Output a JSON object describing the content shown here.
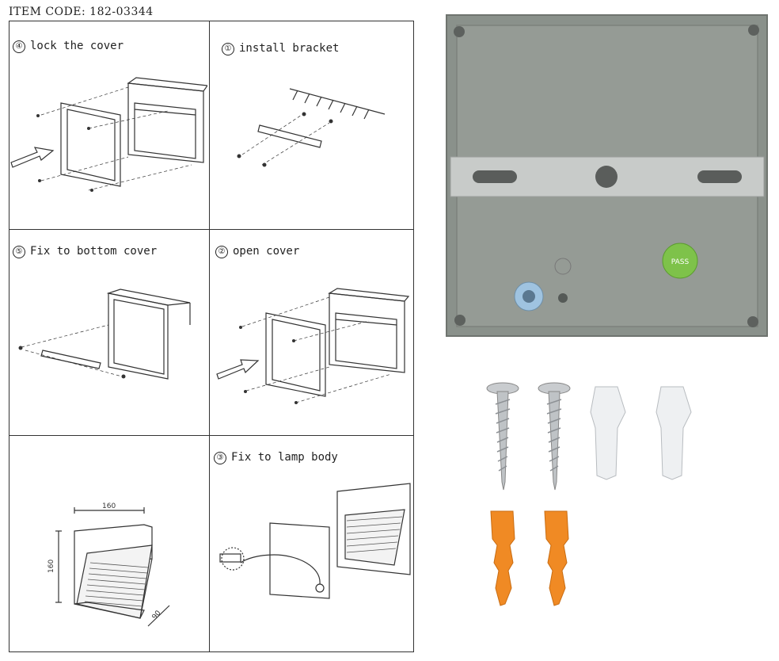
{
  "header": {
    "item_code": "ITEM CODE: 182-03344"
  },
  "steps": [
    {
      "num": "④",
      "label": "lock the cover"
    },
    {
      "num": "①",
      "label": "install bracket"
    },
    {
      "num": "⑤",
      "label": "Fix to bottom cover"
    },
    {
      "num": "②",
      "label": "open cover"
    },
    {
      "num": "③",
      "label": "Fix to lamp body"
    }
  ],
  "dimensions": {
    "width": "160",
    "height": "160",
    "depth": "90"
  },
  "photo": {
    "badge": "PASS"
  }
}
